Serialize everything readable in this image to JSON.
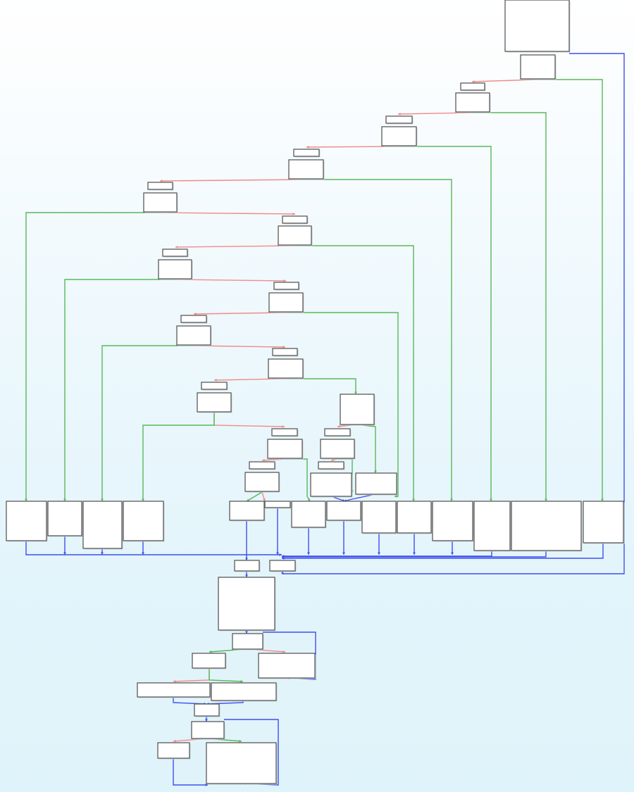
{
  "view": {
    "kind": "control-flow-graph",
    "background_top": "#ffffff",
    "background_bottom": "#dff3fa"
  },
  "colors": {
    "true_branch": "#58b85a",
    "false_branch": "#f08b8b",
    "unconditional": "#3e4ff0",
    "node_fill": "#ffffff",
    "node_border": "#5a5a5a"
  },
  "graph": {
    "node_count": 66,
    "edge_types": [
      "true",
      "false",
      "unconditional"
    ],
    "labels_visible": false
  }
}
